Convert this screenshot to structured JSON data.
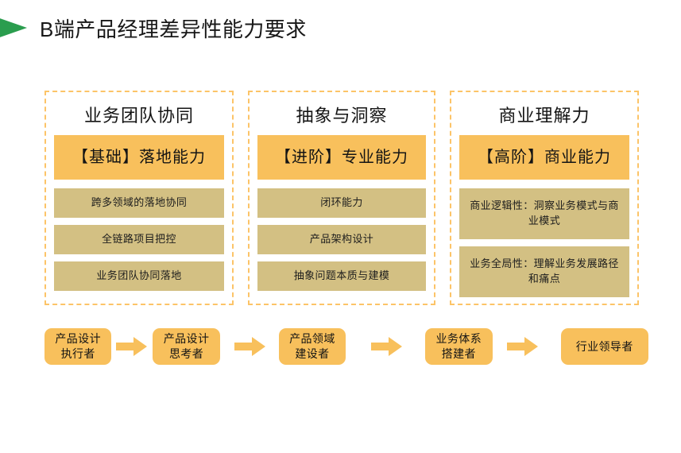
{
  "title": {
    "text": "B端产品经理差异性能力要求",
    "marker_icon": "green-triangle-icon",
    "marker_color": "#2a9d4e"
  },
  "colors": {
    "accent_orange": "#f8c05c",
    "dashed_border": "#fcc468",
    "sub_box_tan": "#d3c083",
    "marker_green": "#2a9d4e",
    "background": "#ffffff"
  },
  "columns": [
    {
      "header": "业务团队协同",
      "capability": "【基础】落地能力",
      "items": [
        "跨多领域的落地协同",
        "全链路项目把控",
        "业务团队协同落地"
      ]
    },
    {
      "header": "抽象与洞察",
      "capability": "【进阶】专业能力",
      "items": [
        "闭环能力",
        "产品架构设计",
        "抽象问题本质与建模"
      ]
    },
    {
      "header": "商业理解力",
      "capability": "【高阶】商业能力",
      "items": [
        "商业逻辑性：洞察业务模式与商业模式",
        "业务全局性：理解业务发展路径和痛点"
      ]
    }
  ],
  "flow": {
    "arrow_icon": "right-arrow-icon",
    "steps": [
      {
        "line1": "产品设计",
        "line2": "执行者"
      },
      {
        "line1": "产品设计",
        "line2": "思考者"
      },
      {
        "line1": "产品领域",
        "line2": "建设者"
      },
      {
        "line1": "业务体系",
        "line2": "搭建者"
      },
      {
        "line1": "行业领导者",
        "line2": ""
      }
    ]
  }
}
